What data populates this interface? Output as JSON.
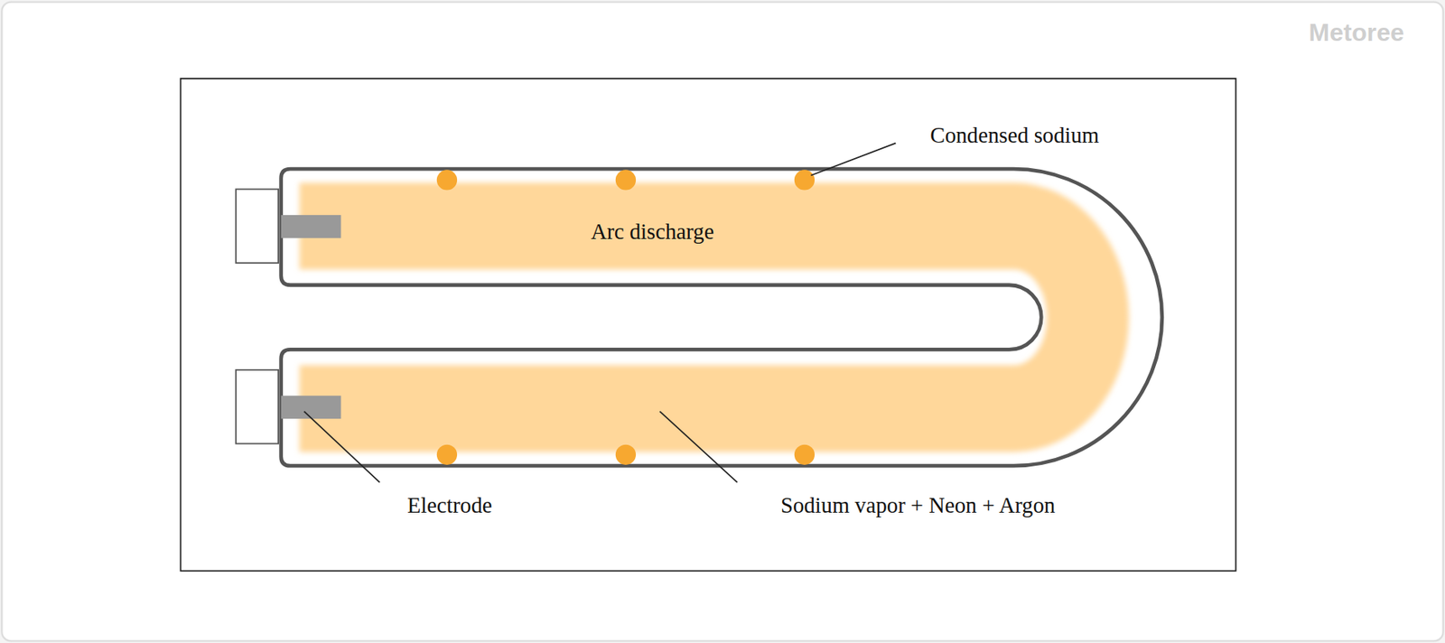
{
  "diagram": {
    "labels": [
      "Condensed sodium",
      "Arc discharge",
      "Electrode",
      "Sodium vapor + Neon + Argon",
      "Metoree"
    ]
  }
}
